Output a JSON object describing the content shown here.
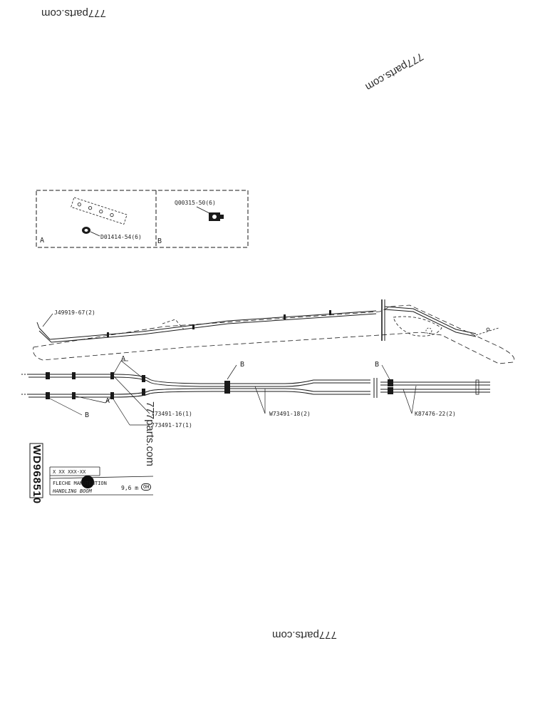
{
  "watermarks": {
    "top_left": "777parts.com",
    "top_right": "777parts.com",
    "middle": "777parts.com",
    "bottom": "777parts.com"
  },
  "detail_boxes": {
    "box_a": {
      "label": "A",
      "part": "D01414-54(6)"
    },
    "box_b": {
      "label": "B",
      "part": "Q00315-50(6)"
    }
  },
  "callouts": {
    "hose_top": "J49919-67(2)",
    "a_upper": "A",
    "a_lower": "A",
    "b_left": "B",
    "b_mid": "B",
    "b_right": "B",
    "pipe_16": "773491-16(1)",
    "pipe_17": "773491-17(1)",
    "pipe_18": "W73491-18(2)",
    "pipe_22": "K87476-22(2)"
  },
  "title_block": {
    "drawing_number": "WD968510",
    "code": "X XX  XXX-XX",
    "title_fr": "FLECHE MANUTENTION",
    "title_en": "HANDLING BOOM",
    "length": "9,6 m",
    "badge": "OH"
  }
}
